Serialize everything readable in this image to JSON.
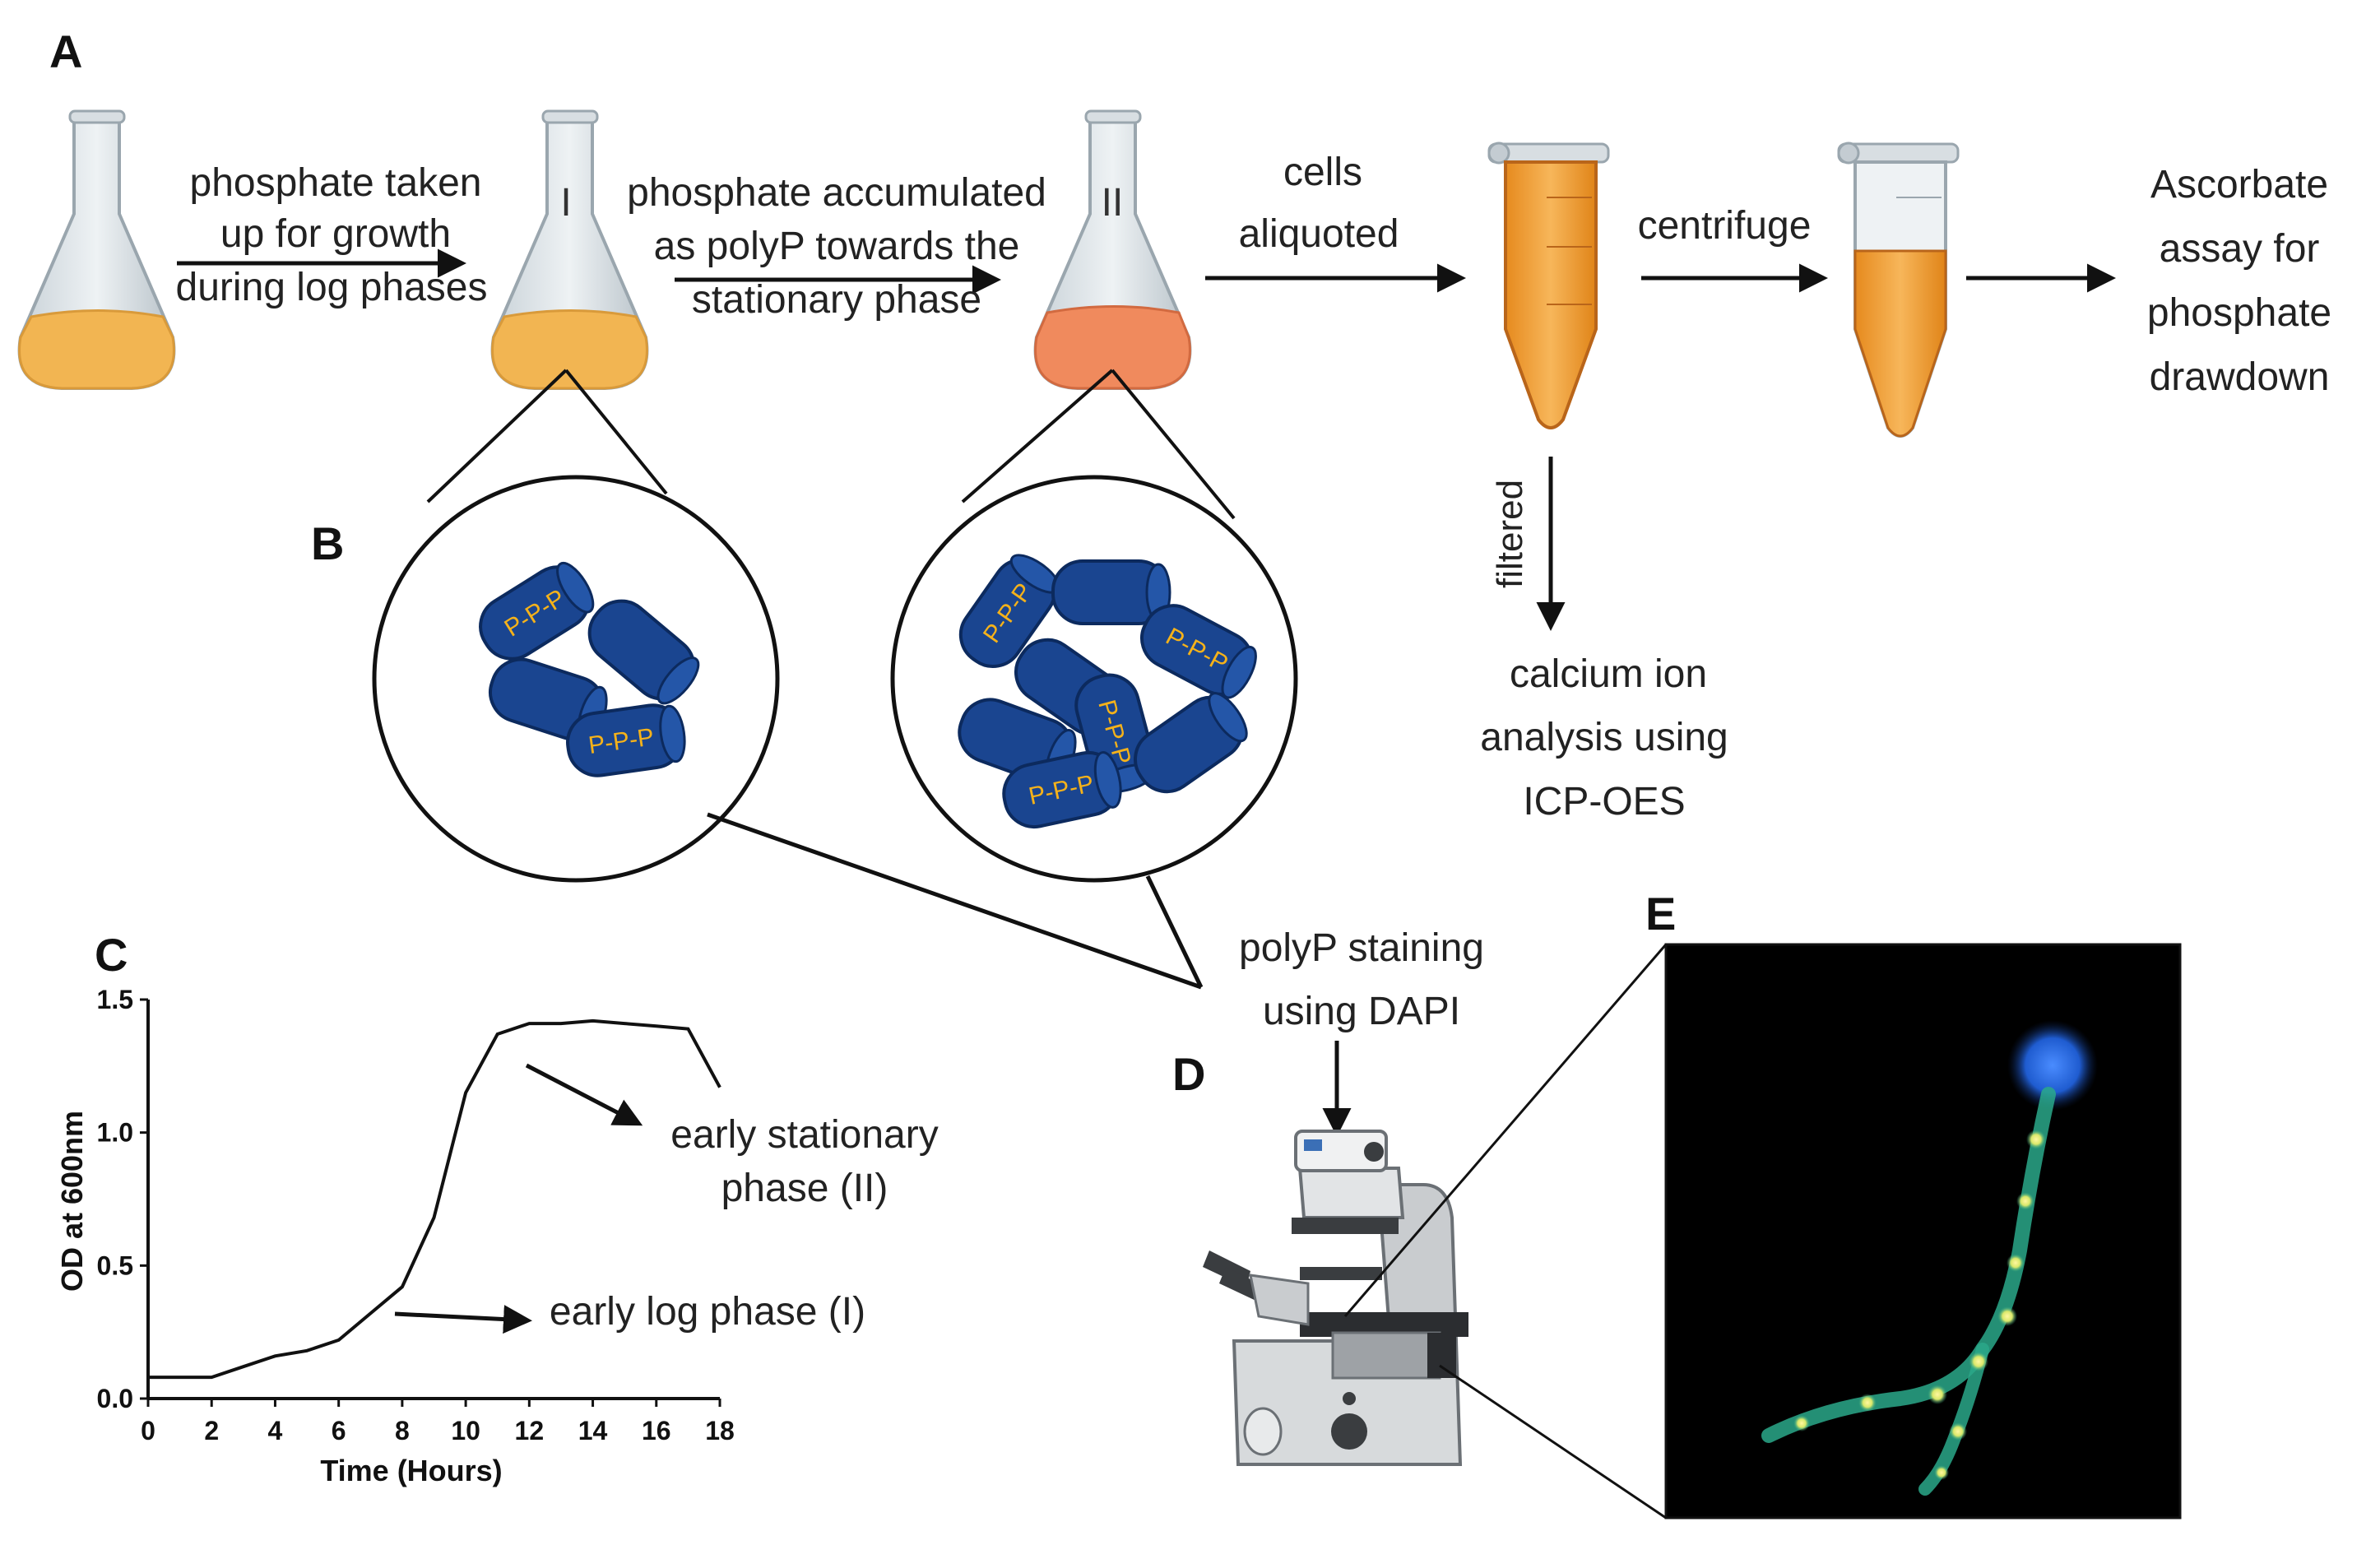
{
  "panels": {
    "a": "A",
    "b": "B",
    "c": "C",
    "d": "D",
    "e": "E"
  },
  "flow": {
    "step1": [
      "phosphate taken",
      "up for growth",
      "during log phases"
    ],
    "flask1_label": "I",
    "step2": [
      "phosphate accumulated",
      "as polyP towards the",
      "stationary phase"
    ],
    "flask2_label": "II",
    "step3": [
      "cells",
      "aliquoted"
    ],
    "step4": "centrifuge",
    "step5": [
      "Ascorbate",
      "assay for",
      "phosphate",
      "drawdown"
    ],
    "filtered": "filtered",
    "calcium": [
      "calcium ion",
      "analysis using",
      "ICP-OES"
    ],
    "staining": [
      "polyP staining",
      "using DAPI"
    ]
  },
  "cells": {
    "polyp_label": "P-P-P"
  },
  "chart_data": {
    "type": "line",
    "xlabel": "Time (Hours)",
    "ylabel": "OD at 600nm",
    "xlim": [
      0,
      18
    ],
    "ylim": [
      0.0,
      1.5
    ],
    "x_ticks": [
      "0",
      "2",
      "4",
      "6",
      "8",
      "10",
      "12",
      "14",
      "16",
      "18"
    ],
    "y_ticks": [
      "0.0",
      "0.5",
      "1.0",
      "1.5"
    ],
    "series": [
      {
        "x": [
          0,
          2,
          3,
          4,
          5,
          6,
          7,
          8,
          9,
          10,
          11,
          12,
          13,
          14,
          15,
          16,
          17,
          18
        ],
        "y": [
          0.08,
          0.08,
          0.12,
          0.16,
          0.18,
          0.22,
          0.32,
          0.42,
          0.68,
          1.15,
          1.37,
          1.41,
          1.41,
          1.42,
          1.41,
          1.4,
          1.39,
          1.17
        ]
      }
    ],
    "annotations": [
      {
        "text": [
          "early stationary",
          "phase (II)"
        ]
      },
      {
        "text": [
          "early log phase (I)"
        ]
      }
    ],
    "grid": false
  },
  "colors": {
    "medium_yellow": "#f2b552",
    "medium_salmon": "#f08a5d",
    "tube_orange": "#f0a33b",
    "cell_blue": "#1a4590",
    "polyp_yellow": "#f5b21a",
    "fluor_green": "#2aa88a",
    "fluor_blue": "#2f74e8"
  }
}
